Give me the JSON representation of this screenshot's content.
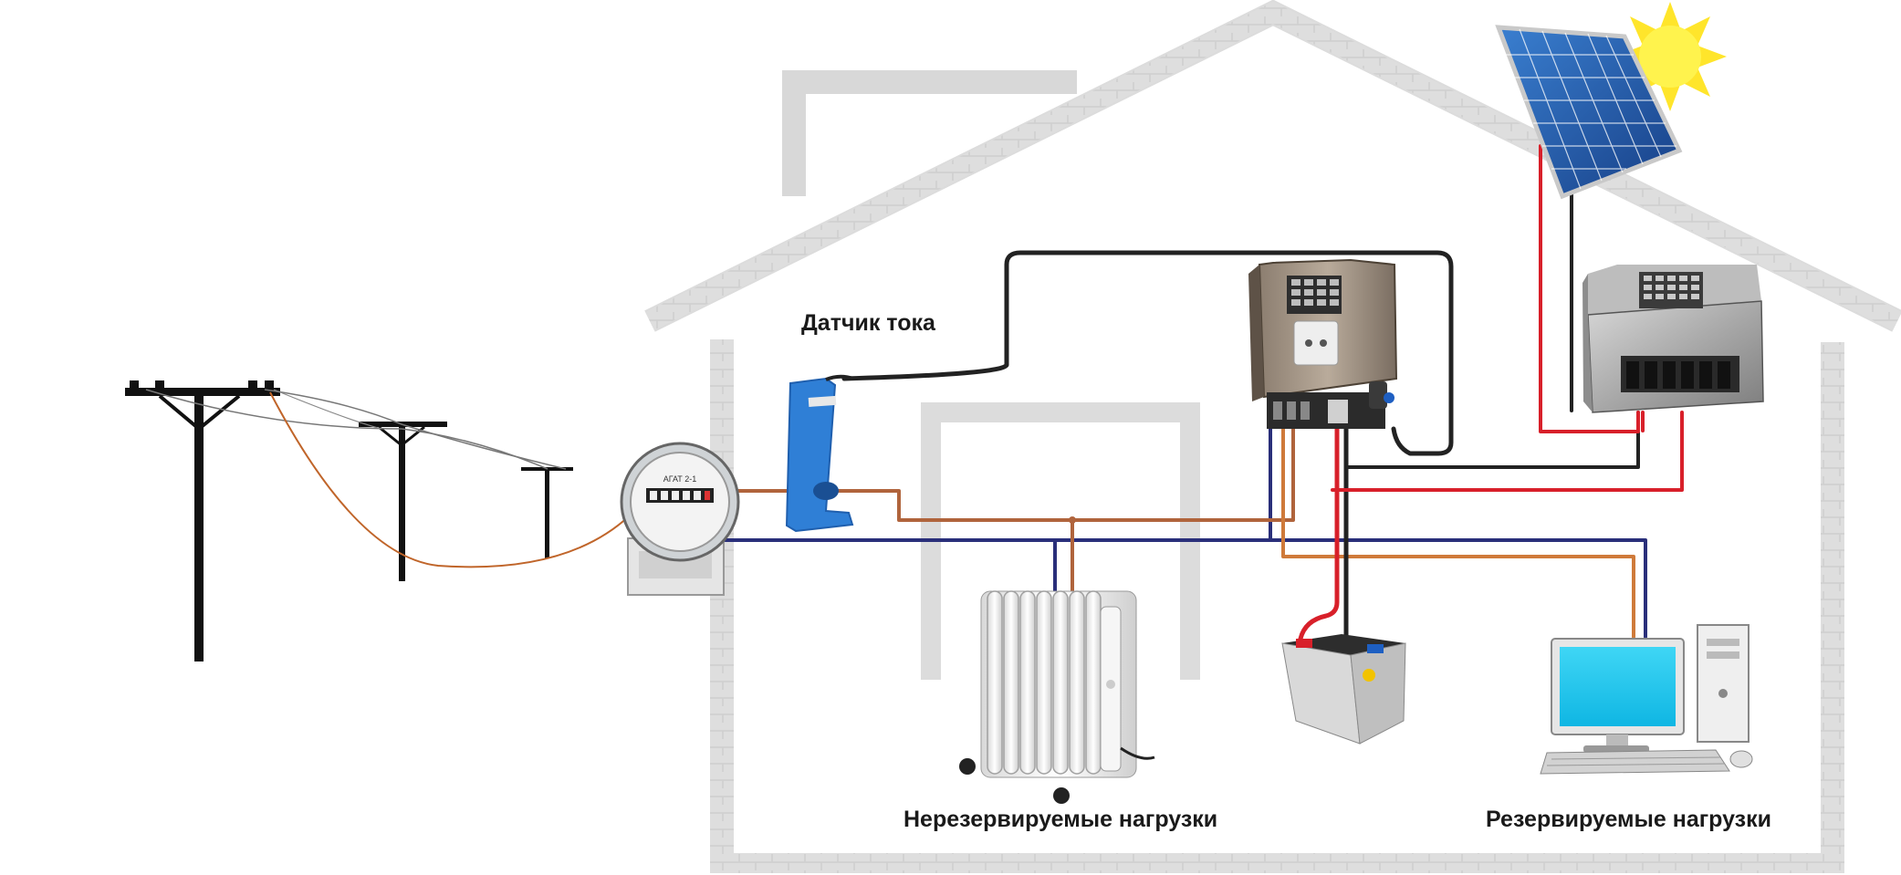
{
  "labels": {
    "current_sensor": "Датчик тока",
    "non_reserved_loads": "Нерезервируемые нагрузки",
    "reserved_loads": "Резервируемые нагрузки"
  },
  "meter": {
    "plate_text": "АГАТ 2-1"
  },
  "colors": {
    "wall": "#dcdcdc",
    "wall_dark": "#c9c9c9",
    "wire_black": "#222222",
    "wire_red": "#d8202a",
    "wire_brown": "#b0643c",
    "wire_orange": "#cf7a3a",
    "wire_navy": "#2a2f7a",
    "sensor_blue": "#2f7fd6",
    "panel_blue": "#1f5fae",
    "sun": "#ffe52b"
  }
}
